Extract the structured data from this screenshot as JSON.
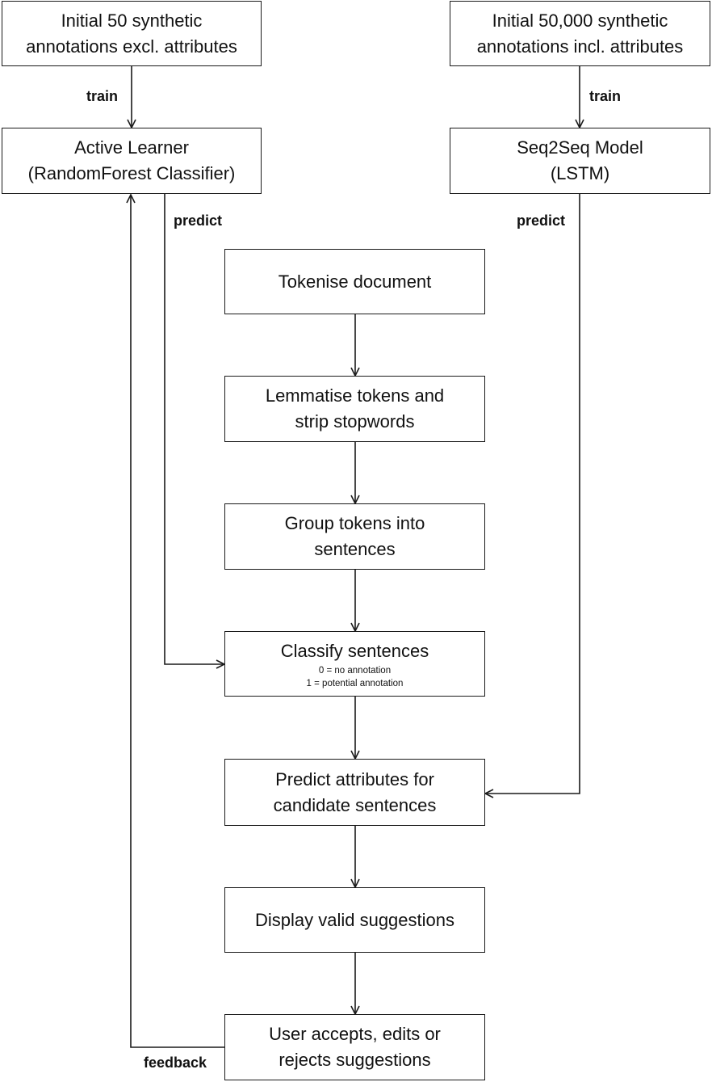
{
  "nodes": {
    "initial_excl": {
      "lines": [
        "Initial 50 synthetic",
        "annotations excl. attributes"
      ]
    },
    "initial_incl": {
      "lines": [
        "Initial 50,000 synthetic",
        "annotations incl. attributes"
      ]
    },
    "active_learner": {
      "lines": [
        "Active Learner",
        "(RandomForest Classifier)"
      ]
    },
    "seq2seq": {
      "lines": [
        "Seq2Seq Model",
        "(LSTM)"
      ]
    },
    "tokenise": {
      "lines": [
        "Tokenise document"
      ]
    },
    "lemmatise": {
      "lines": [
        "Lemmatise tokens and",
        "strip stopwords"
      ]
    },
    "group": {
      "lines": [
        "Group tokens into",
        "sentences"
      ]
    },
    "classify": {
      "lines": [
        "Classify sentences"
      ],
      "notes": [
        "0 = no annotation",
        "1 = potential annotation"
      ]
    },
    "predict_attr": {
      "lines": [
        "Predict attributes for",
        "candidate sentences"
      ]
    },
    "display": {
      "lines": [
        "Display valid suggestions"
      ]
    },
    "user": {
      "lines": [
        "User accepts, edits or",
        "rejects suggestions"
      ]
    }
  },
  "edge_labels": {
    "train_left": "train",
    "train_right": "train",
    "predict_left": "predict",
    "predict_right": "predict",
    "feedback": "feedback"
  },
  "colors": {
    "stroke": "#1a1a1a",
    "background": "#ffffff",
    "text": "#111111"
  }
}
